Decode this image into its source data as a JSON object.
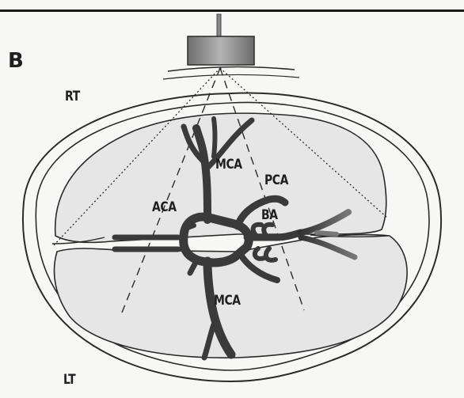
{
  "figure": {
    "panel_label": "B",
    "labels": {
      "right_side": "RT",
      "left_side": "LT",
      "middle_cerebral_artery_upper": "MCA",
      "middle_cerebral_artery_lower": "MCA",
      "anterior_cerebral_artery": "ACA",
      "posterior_cerebral_artery": "PCA",
      "basilar_artery": "BA"
    },
    "colors": {
      "background": "#f7f7f5",
      "brain_fill": "#e6e6e6",
      "outline": "#2a2a2a",
      "vessel": "#3a3a3a",
      "probe": "#8a8a8a"
    }
  }
}
